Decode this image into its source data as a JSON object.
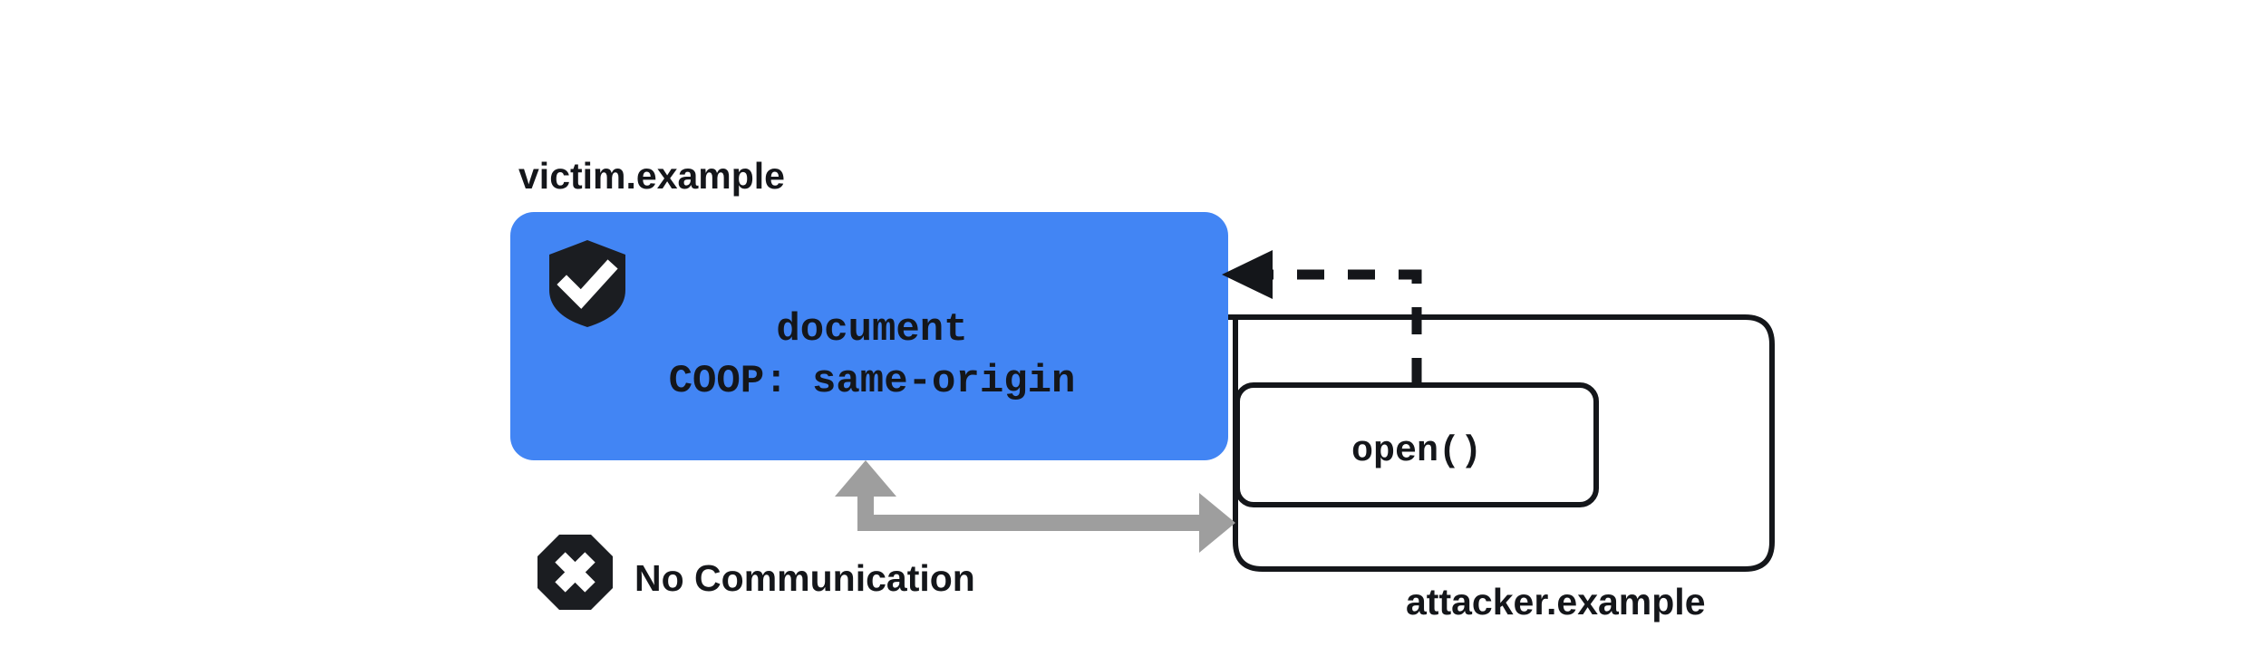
{
  "diagram": {
    "title_victim": "victim.example",
    "title_attacker": "attacker.example",
    "victim_box": {
      "line1": "document",
      "line2": "COOP: same-origin",
      "fill_color": "#4285F4",
      "shield_icon": "shield-check-icon"
    },
    "attacker_box": {
      "open_label": "open()",
      "border_color": "#14161a"
    },
    "annotation": {
      "no_communication_label": "No Communication",
      "icon": "octagon-x-icon",
      "arrow_color": "#9e9e9e"
    },
    "open_arrow": {
      "style": "dashed",
      "color": "#14161a"
    }
  }
}
